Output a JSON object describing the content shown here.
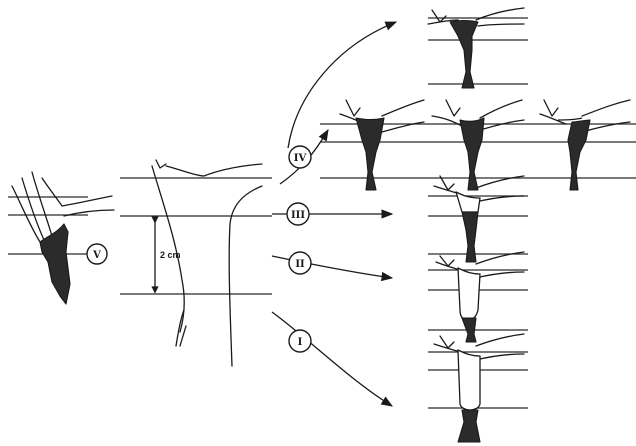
{
  "scale_label": "2 cm",
  "stages": [
    {
      "id": "stage-v",
      "label": "V"
    },
    {
      "id": "stage-iv",
      "label": "IV"
    },
    {
      "id": "stage-iii",
      "label": "III"
    },
    {
      "id": "stage-ii",
      "label": "II"
    },
    {
      "id": "stage-i",
      "label": "I"
    }
  ]
}
